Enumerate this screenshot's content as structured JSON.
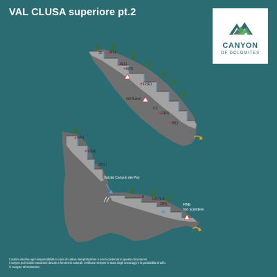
{
  "title": "VAL CLUSA superiore pt.2",
  "logo": {
    "line1": "CANYON",
    "line2": "OF DOLOMITES",
    "colors": {
      "teal": "#2b6b72",
      "green": "#4ea35b",
      "gray": "#6b6b6b"
    }
  },
  "colors": {
    "background": "#2b6b72",
    "rock": "#6f6f6f",
    "rock_light": "#9a9a9a",
    "water": "#4d9fd6",
    "anchor": "#d8323a",
    "tree": "#3f6b2e",
    "arrow": "#e0a020"
  },
  "upper_section": {
    "labels": {
      "j5": "J5",
      "a8l": "8(L)",
      "a6l": "6(L)",
      "a8r": "8(R)",
      "a12r_top": "12(R)",
      "nel_flusso": "nel flusso",
      "c2": "C2",
      "a12r_bottom": "12(R)",
      "a9l": "9(L)"
    }
  },
  "lower_section": {
    "labels": {
      "a9r": "9(R)",
      "a12r": "12(R)",
      "a35l": "35(L)",
      "side_valley": "Val dal Canyon dei Pez",
      "a8": "8",
      "hl": "H/L(1.3",
      "a2r": "2(R)",
      "end_title": "FINE",
      "end_note": "non scendere"
    }
  },
  "disclaimer": [
    "L'autore declina ogni responsabilità in caso di cattiva interpretazione o errori contenuti in questo documento.",
    "I canyon può subire variazioni dovute a fenomeni naturali: verificare sempre lo stato degli ancoraggi e la possibilità di tuffo.",
    "© Canyon Of Dolomites"
  ]
}
